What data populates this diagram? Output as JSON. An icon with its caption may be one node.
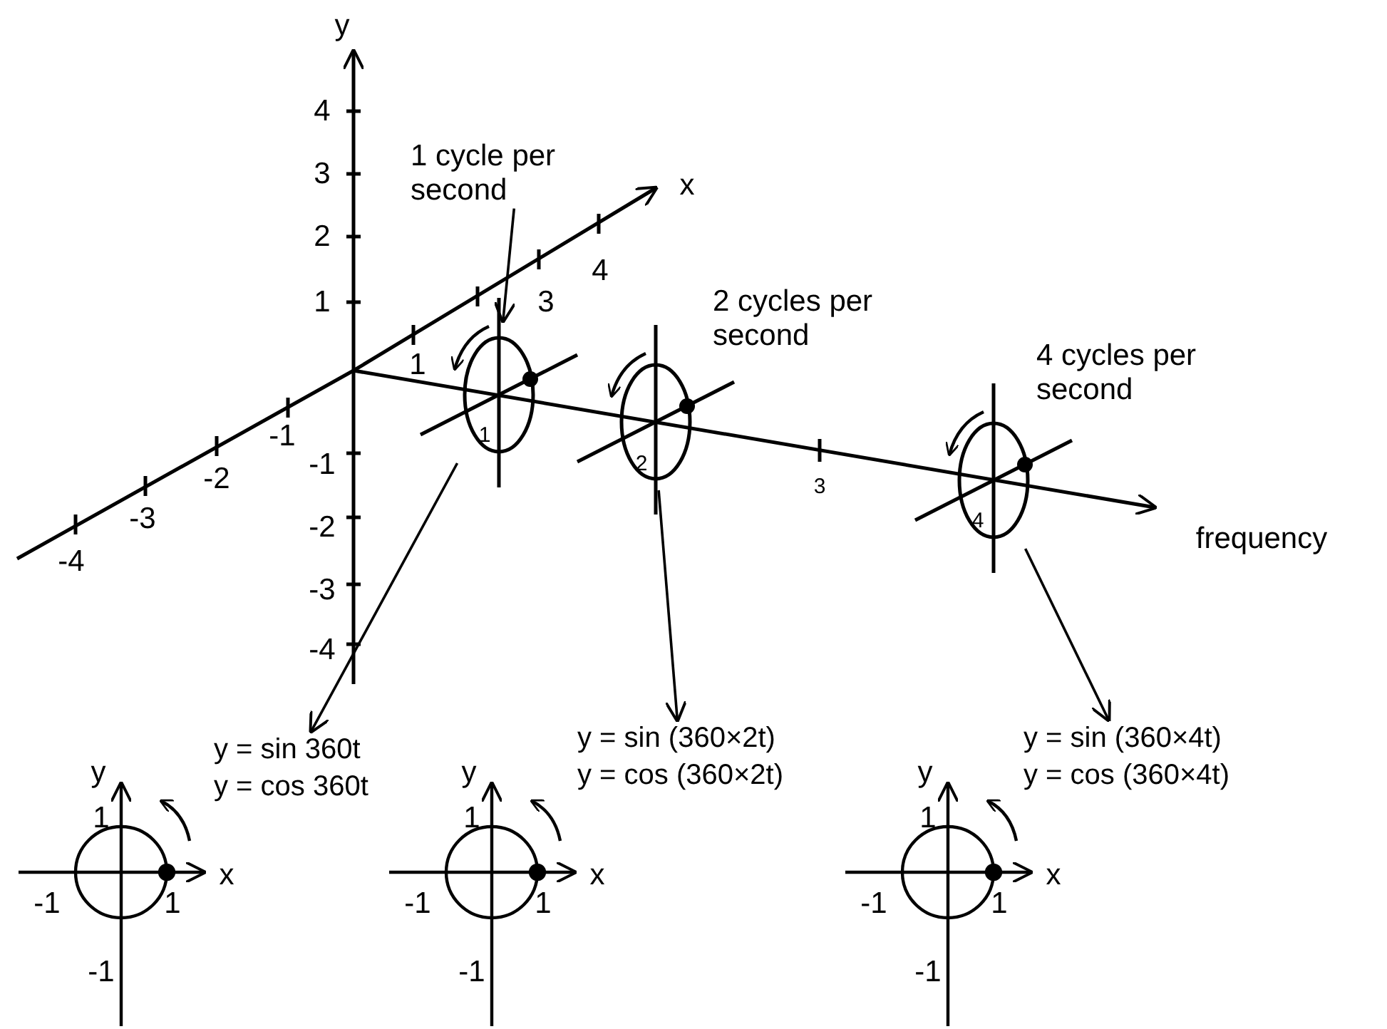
{
  "diagram": {
    "nodes": [
      {
        "text": [
          "1 cycle per second"
        ]
      },
      {
        "text": [],
        "shape": "circle"
      },
      {
        "text": [],
        "shape": "circle",
        "beside": [
          "2 cycles per second"
        ]
      },
      {
        "text": [],
        "shape": "circle",
        "beside": [
          "4 cycles per second"
        ]
      },
      {
        "text": [
          "y = sin 360t",
          "y = cos 360t"
        ]
      },
      {
        "text": [
          "y = sin (360×2t)",
          "y = cos (360×2t)"
        ]
      },
      {
        "text": [
          "y = sin (360×4t)",
          "y = cos (360×4t)"
        ]
      }
    ],
    "edges": [
      {
        "from": 0,
        "to": 1,
        "arrow": "to"
      },
      {
        "from": 1,
        "to": 4,
        "arrow": "to"
      },
      {
        "from": 2,
        "to": 5,
        "arrow": "to"
      },
      {
        "from": 3,
        "to": 6,
        "arrow": "to"
      }
    ],
    "labels": [
      "y",
      "4",
      "3",
      "2",
      "1",
      "x",
      "1",
      "3",
      "4",
      "-4",
      "-3",
      "-2",
      "-1",
      "-1",
      "-2",
      "-3",
      "-4",
      "1",
      "2",
      "3",
      "4",
      "frequency",
      "y",
      "1",
      "x",
      "-1",
      "1",
      "-1",
      "y",
      "1",
      "x",
      "-1",
      "1",
      "-1",
      "y",
      "1",
      "x",
      "-1",
      "1",
      "-1"
    ]
  }
}
